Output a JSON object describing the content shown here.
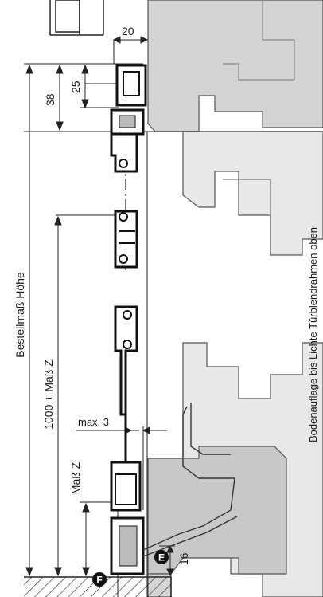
{
  "labels": {
    "bestellmass_hoehe": "Bestellmaß Höhe",
    "mass_1000_plus_z": "1000 + Maß Z",
    "mass_z": "Maß Z",
    "boden": "Bodenauflage bis Lichte Türblendrahmen oben",
    "max3": "max. 3"
  },
  "dims": {
    "d20": "20",
    "d25": "25",
    "d38": "38",
    "d16": "16"
  },
  "markers": {
    "e": "E",
    "f": "F"
  },
  "colors": {
    "frame_gray": "#d4d4d4",
    "profile": "#111111",
    "line": "#222222"
  }
}
